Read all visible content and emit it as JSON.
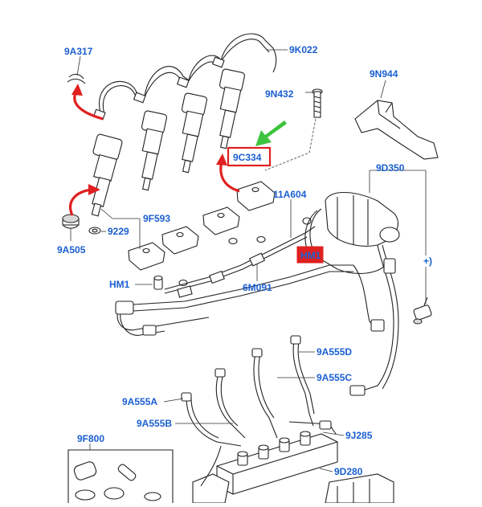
{
  "colors": {
    "label": "#1a5fd1",
    "highlight_box": "#e02020",
    "highlight_fill": "#e02020",
    "arrow_red": "#e02020",
    "arrow_green": "#3ec43e"
  },
  "labels": {
    "9A317": "9A317",
    "9K022": "9K022",
    "9N944": "9N944",
    "9N432": "9N432",
    "9C334": "9C334",
    "9D350": "9D350",
    "11A604": "11A604",
    "9F593": "9F593",
    "9229": "9229",
    "9A505": "9A505",
    "HM1_top": "HM1",
    "HM1_side": "HM1",
    "6M091": "6M091",
    "plus": "+)",
    "9A555D": "9A555D",
    "9A555C": "9A555C",
    "9A555A": "9A555A",
    "9A555B": "9A555B",
    "9J285": "9J285",
    "9F800": "9F800",
    "9D280": "9D280"
  }
}
